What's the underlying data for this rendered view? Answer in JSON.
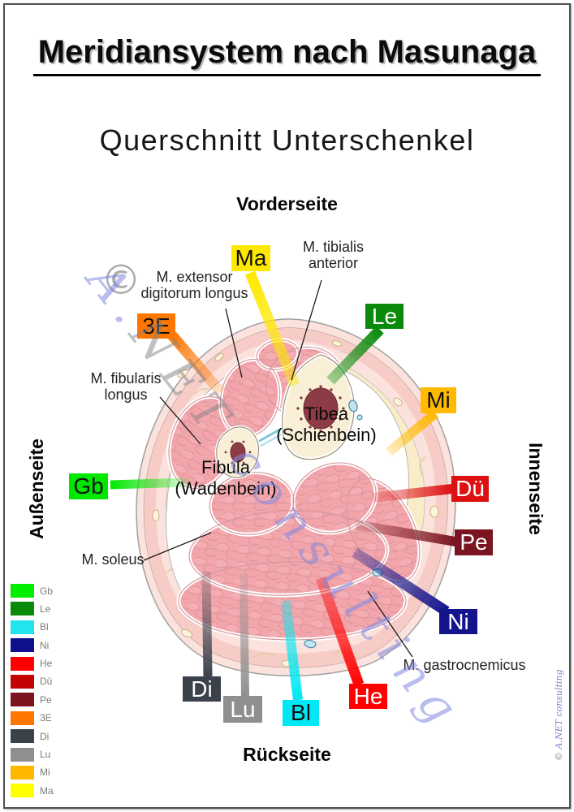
{
  "page": {
    "title": "Meridiansystem nach Masunaga",
    "subtitle": "Querschnitt Unterschenkel",
    "orientation": {
      "top": "Vorderseite",
      "bottom": "Rückseite",
      "left": "Außenseite",
      "right": "Innenseite"
    },
    "copyright_symbol": "©",
    "watermark": {
      "prefix": "A.",
      "mid": "NET",
      "suffix": "consulting"
    },
    "credit": {
      "symbol": "©",
      "text": "A.NET consulting"
    }
  },
  "meridians": [
    {
      "abbr": "Ma",
      "color": "#ffe800",
      "text_color": "#111111"
    },
    {
      "abbr": "Le",
      "color": "#0a8a0a",
      "text_color": "#ffffff"
    },
    {
      "abbr": "Mi",
      "color": "#ffb900",
      "text_color": "#111111"
    },
    {
      "abbr": "Dü",
      "color": "#dd1111",
      "text_color": "#ffffff"
    },
    {
      "abbr": "Pe",
      "color": "#7a1420",
      "text_color": "#ffffff"
    },
    {
      "abbr": "Ni",
      "color": "#14148c",
      "text_color": "#ffffff"
    },
    {
      "abbr": "He",
      "color": "#ff0000",
      "text_color": "#ffffff"
    },
    {
      "abbr": "Bl",
      "color": "#00e8f4",
      "text_color": "#111111"
    },
    {
      "abbr": "Lu",
      "color": "#8f8f8f",
      "text_color": "#ffffff"
    },
    {
      "abbr": "Di",
      "color": "#3a414b",
      "text_color": "#ffffff"
    },
    {
      "abbr": "Gb",
      "color": "#00e800",
      "text_color": "#111111"
    },
    {
      "abbr": "3E",
      "color": "#ff7700",
      "text_color": "#111111"
    }
  ],
  "anatomy_labels": [
    {
      "id": "tibialis",
      "line1": "M. tibialis",
      "line2": "anterior"
    },
    {
      "id": "extensor",
      "line1": "M. extensor",
      "line2": "digitorum longus"
    },
    {
      "id": "fibularis",
      "line1": "M. fibularis",
      "line2": "longus"
    },
    {
      "id": "tibia",
      "line1": "Tibea",
      "line2": "(Schienbein)"
    },
    {
      "id": "fibula",
      "line1": "Fibula",
      "line2": "(Wadenbein)"
    },
    {
      "id": "soleus",
      "line1": "M. soleus",
      "line2": ""
    },
    {
      "id": "gastrocnemius",
      "line1": "M. gastrocnemicus",
      "line2": ""
    }
  ],
  "legend": {
    "items": [
      {
        "label": "Gb",
        "color": "#00ee00"
      },
      {
        "label": "Le",
        "color": "#0a8a0a"
      },
      {
        "label": "Bl",
        "color": "#22e4ee"
      },
      {
        "label": "Ni",
        "color": "#10108c"
      },
      {
        "label": "He",
        "color": "#ff0000"
      },
      {
        "label": "Dü",
        "color": "#c40404"
      },
      {
        "label": "Pe",
        "color": "#7c1420"
      },
      {
        "label": "3E",
        "color": "#ff7700"
      },
      {
        "label": "Di",
        "color": "#3a414b"
      },
      {
        "label": "Lu",
        "color": "#8f8f8f"
      },
      {
        "label": "Mi",
        "color": "#ffb800"
      },
      {
        "label": "Ma",
        "color": "#ffff00"
      }
    ]
  }
}
